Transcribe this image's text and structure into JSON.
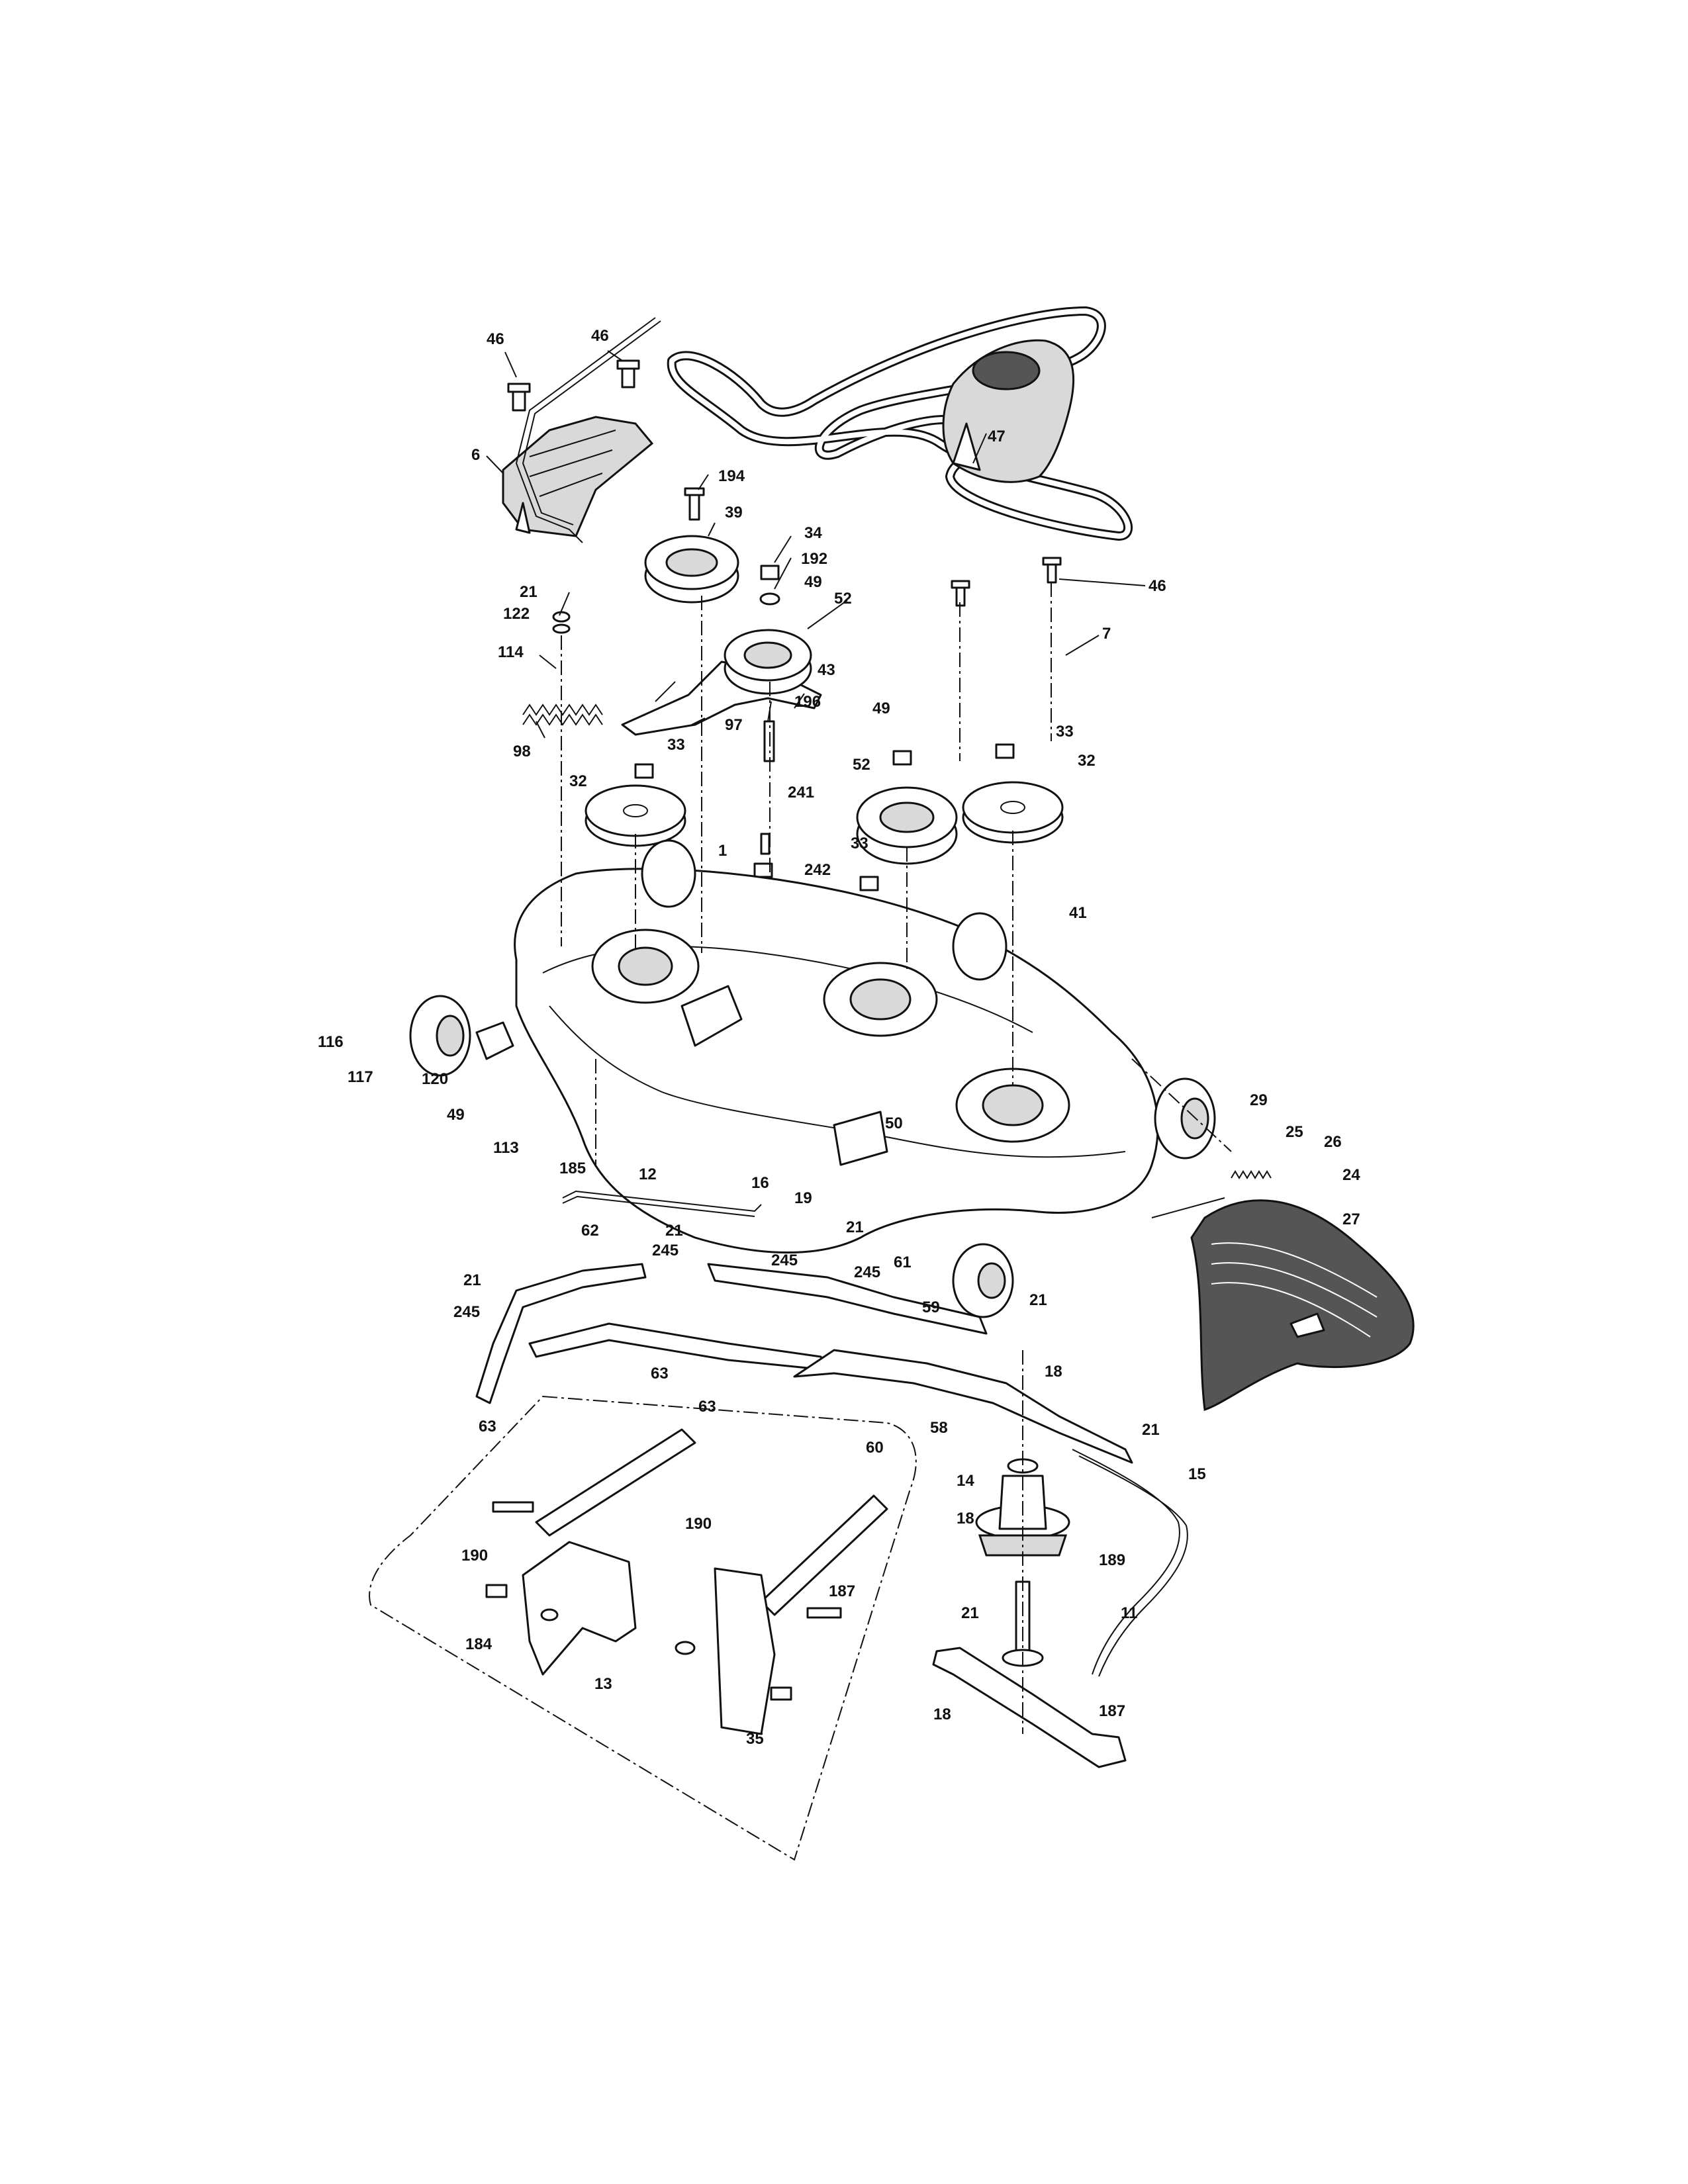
{
  "diagram": {
    "callouts": [
      "46",
      "46",
      "6",
      "194",
      "39",
      "34",
      "192",
      "49",
      "52",
      "47",
      "46",
      "7",
      "21",
      "122",
      "114",
      "43",
      "196",
      "97",
      "98",
      "33",
      "32",
      "49",
      "52",
      "33",
      "32",
      "241",
      "242",
      "33",
      "1",
      "41",
      "116",
      "117",
      "120",
      "49",
      "113",
      "185",
      "50",
      "29",
      "25",
      "26",
      "24",
      "27",
      "12",
      "16",
      "19",
      "62",
      "21",
      "245",
      "21",
      "245",
      "21",
      "245",
      "61",
      "245",
      "21",
      "59",
      "63",
      "63",
      "63",
      "60",
      "18",
      "58",
      "21",
      "15",
      "14",
      "18",
      "189",
      "190",
      "190",
      "187",
      "184",
      "13",
      "21",
      "11",
      "18",
      "187",
      "35"
    ]
  }
}
